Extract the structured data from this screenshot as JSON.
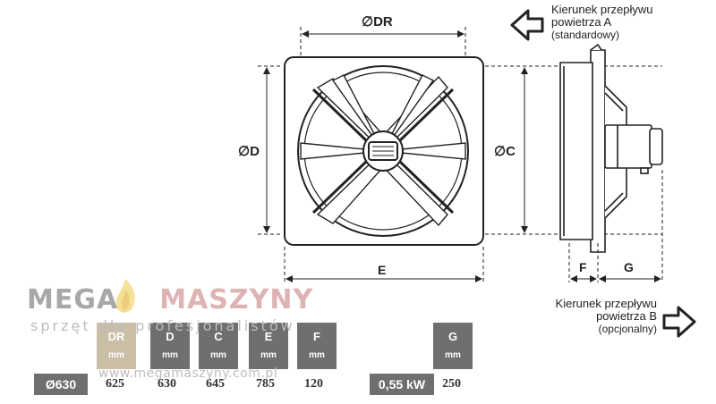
{
  "diagram": {
    "labels": {
      "dr": "∅DR",
      "d": "∅D",
      "c": "∅C",
      "e": "E",
      "f": "F",
      "g": "G"
    },
    "airflow_a": {
      "line1": "Kierunek przepływu",
      "line2": "powietrza A",
      "line3": "(standardowy)"
    },
    "airflow_b": {
      "line1": "Kierunek przepływu",
      "line2": "powietrza B",
      "line3": "(opcjonalny)"
    }
  },
  "watermark": {
    "brand_left": "MEGA",
    "brand_right": "MASZYNY",
    "tagline": "sprzęt dla profesjonalistów",
    "url": "www.megamaszyny.com.pl"
  },
  "table": {
    "headers": [
      {
        "name": "DR",
        "unit": "mm"
      },
      {
        "name": "D",
        "unit": "mm"
      },
      {
        "name": "C",
        "unit": "mm"
      },
      {
        "name": "E",
        "unit": "mm"
      },
      {
        "name": "F",
        "unit": "mm"
      },
      {
        "name": "G",
        "unit": "mm"
      }
    ],
    "row": {
      "model": "Ø630",
      "dr": "625",
      "d": "630",
      "c": "645",
      "e": "785",
      "f": "120",
      "power": "0,55 kW",
      "g": "250"
    }
  }
}
